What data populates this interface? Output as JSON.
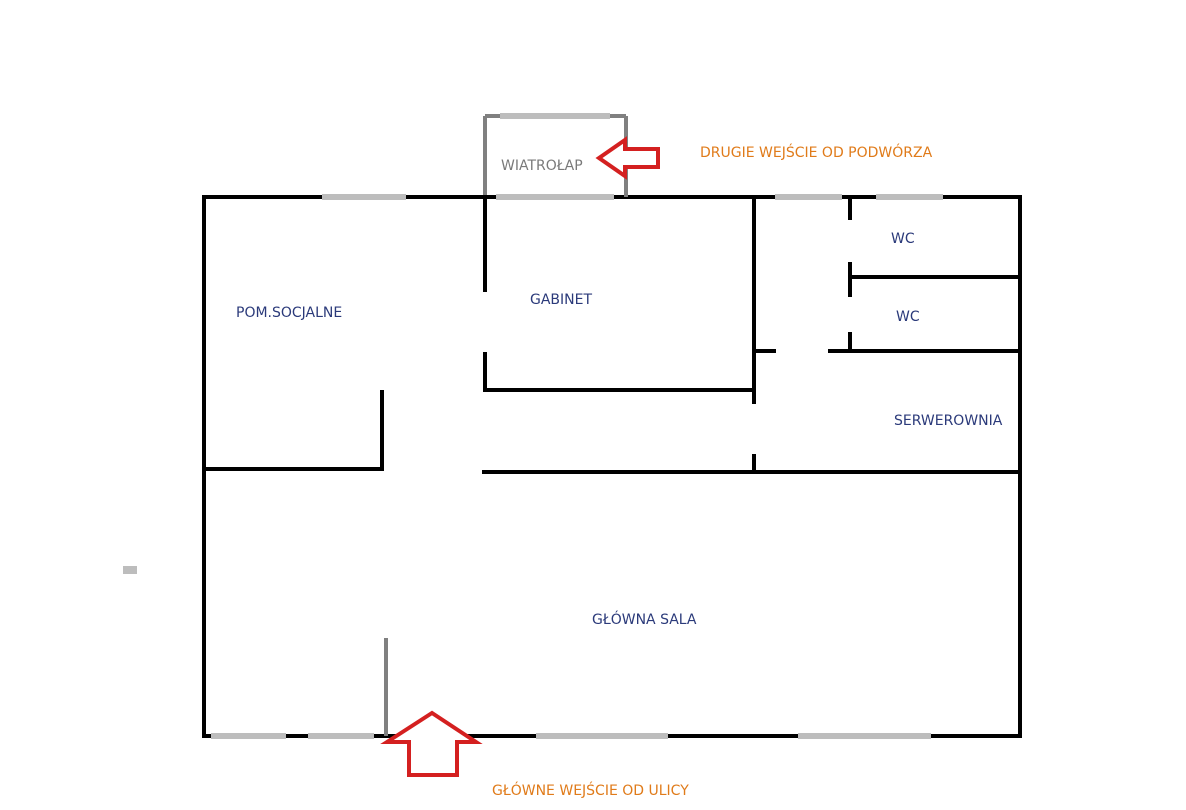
{
  "rooms": {
    "vestibule": "WIATROŁAP",
    "social_room": "POM.SOCJALNE",
    "office": "GABINET",
    "wc_1": "WC",
    "wc_2": "WC",
    "server_room": "SERWEROWNIA",
    "main_hall": "GŁÓWNA SALA"
  },
  "entrances": {
    "second_entrance": "DRUGIE WEJŚCIE OD PODWÓRZA",
    "main_entrance": "GŁÓWNE WEJŚCIE OD ULICY"
  },
  "colors": {
    "walls": "#000000",
    "windows": "#bdbdbd",
    "vestibule_walls": "#808080",
    "arrows": "#d42020",
    "room_labels": "#2b3a7a",
    "entrance_labels": "#e07b1a"
  }
}
